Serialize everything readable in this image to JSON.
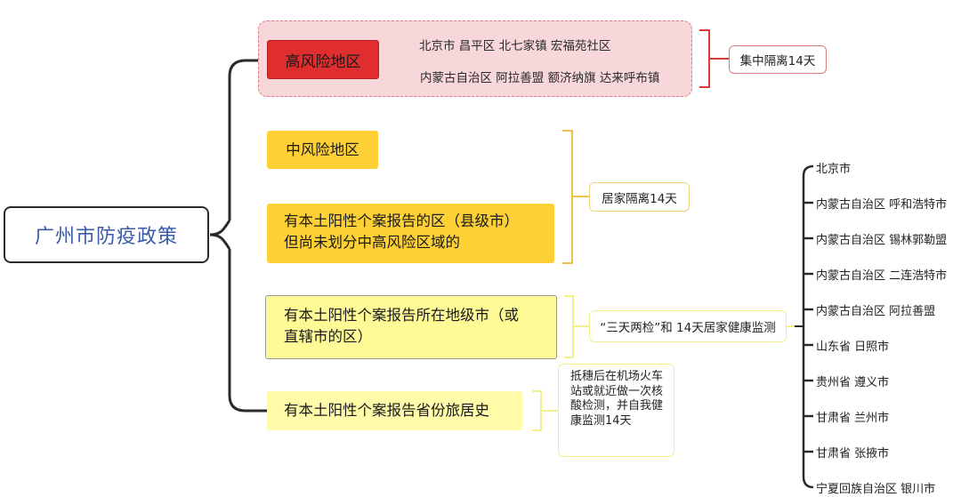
{
  "root": {
    "title": "广州市防疫政策"
  },
  "high_risk": {
    "label": "高风险地区",
    "areas": [
      "北京市  昌平区  北七家镇  宏福苑社区",
      "内蒙古自治区  阿拉善盟  额济纳旗  达来呼布镇"
    ],
    "measure": "集中隔离14天"
  },
  "mid_risk": {
    "label": "中风险地区"
  },
  "local_case_district": {
    "line1": "有本土阳性个案报告的区（县级市）",
    "line2": "但尚未划分中高风险区域的"
  },
  "home_measure": "居家隔离14天",
  "city_case": {
    "line1": "有本土阳性个案报告所在地级市（或",
    "line2": "直辖市的区）",
    "measure": "“三天两检”和 14天居家健康监测"
  },
  "province_case": {
    "label": "有本土阳性个案报告省份旅居史",
    "measure": "抵穗后在机场火车站或就近做一次核酸检测，并自我健康监测14天"
  },
  "cities": [
    "北京市",
    "内蒙古自治区  呼和浩特市",
    "内蒙古自治区  锡林郭勒盟",
    "内蒙古自治区  二连浩特市",
    "内蒙古自治区  阿拉善盟",
    "山东省  日照市",
    "贵州省  遵义市",
    "甘肃省  兰州市",
    "甘肃省  张掖市",
    "宁夏回族自治区  银川市"
  ],
  "colors": {
    "high_risk_fill": "#e02e2e",
    "high_risk_group": "#f7d7da",
    "mid_risk_fill": "#fdd135",
    "city_fill": "#fefb97",
    "province_fill": "#fffba8",
    "root_text": "#3b5aa8"
  }
}
